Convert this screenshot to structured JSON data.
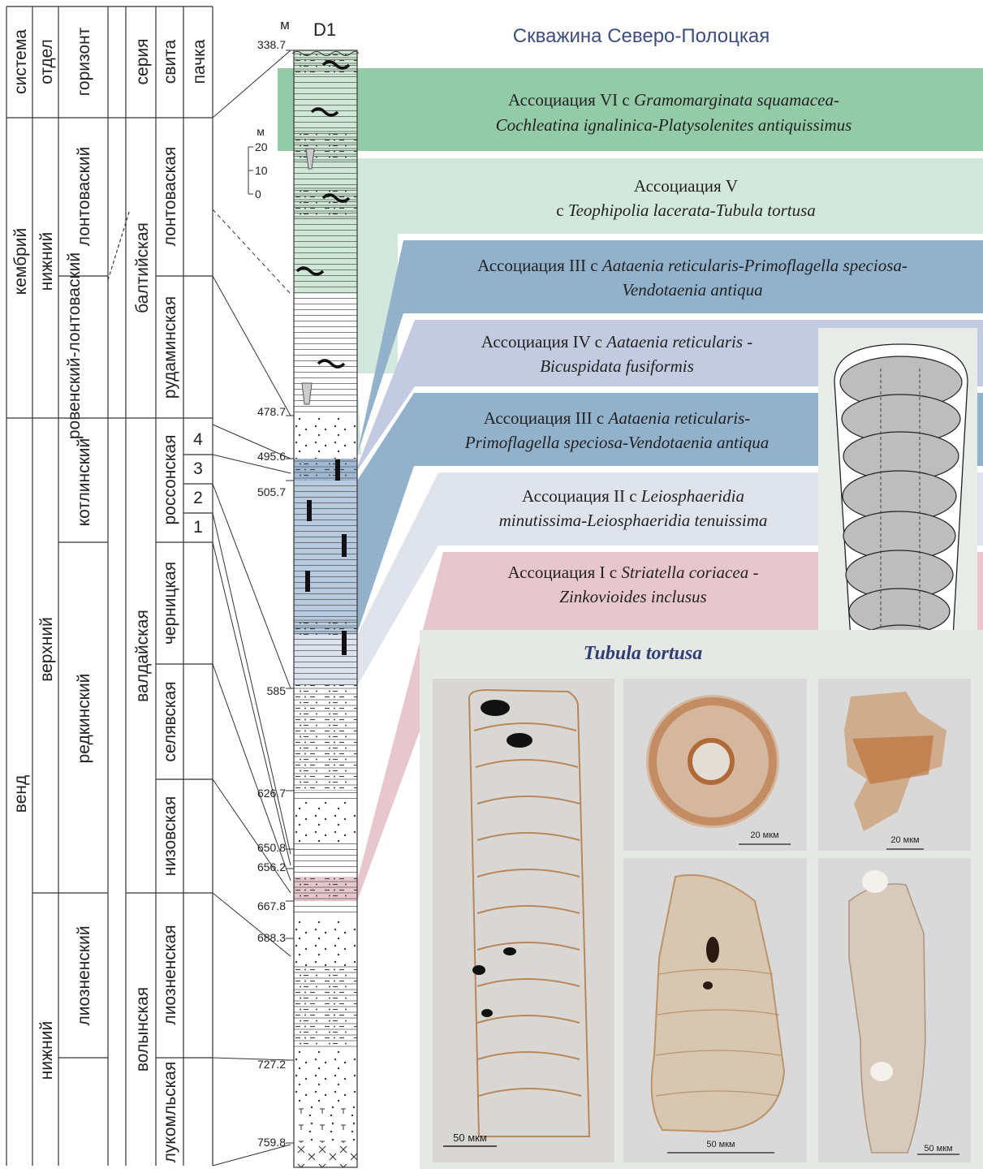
{
  "title": "Скважина Северо-Полоцкая",
  "well_label": "D1",
  "depth_unit": "м",
  "headers": [
    "система",
    "отдел",
    "горизонт",
    "серия",
    "свита",
    "пачка"
  ],
  "systems": [
    "кембрий",
    "венд"
  ],
  "divisions": [
    "нижний",
    "верхний",
    "нижний"
  ],
  "horizons": [
    "лонтоваский",
    "ровенский-лонтоваский",
    "котлинский",
    "редкинский",
    "лиозненский"
  ],
  "series": [
    "балтийская",
    "валдайская",
    "волынская"
  ],
  "formations": [
    "лонтоваская",
    "рудаминская",
    "россонская",
    "черницкая",
    "селявская",
    "низовская",
    "лиозненская",
    "лукомльская"
  ],
  "members": [
    "4",
    "3",
    "2",
    "1"
  ],
  "depths": [
    "338.7",
    "478.7",
    "495.6",
    "505.7",
    "585",
    "626.7",
    "650.8",
    "656.2",
    "667.8",
    "688.3",
    "727.2",
    "759.8"
  ],
  "scale_bar": {
    "unit": "м",
    "ticks": [
      "20",
      "10",
      "0"
    ]
  },
  "associations": [
    {
      "label": "Ассоциация VI с ",
      "taxon_line1": "Gramomarginata squamacea-",
      "taxon_line2": "Cochleatina ignalinica-Platysolenites antiquissimus",
      "color": "#93cba9"
    },
    {
      "label": "Ассоциация V",
      "line2_prefix": "с ",
      "taxon": "Teophipolia lacerata-Tubula tortusa",
      "color": "#d3e8dc"
    },
    {
      "label": "Ассоциация III с ",
      "taxon_line1": "Aataenia reticularis-Primoflagella speciosa-",
      "taxon_line2": "Vendotaenia antiqua",
      "color": "#92b2cc"
    },
    {
      "label": "Ассоциация IV с ",
      "taxon_line1": "Aataenia reticularis -",
      "taxon_line2": "Bicuspidata fusiformis",
      "color": "#c2cbe0"
    },
    {
      "label": "Ассоциация III с ",
      "taxon_line1": "Aataenia reticularis-",
      "taxon_line2": "Primoflagella speciosa-Vendotaenia antiqua",
      "color": "#92b2cc"
    },
    {
      "label": "Ассоциация II с ",
      "taxon_line1": "Leiosphaeridia",
      "taxon_line2": "minutissima-Leiosphaeridia tenuissima",
      "color": "#dfe4ec"
    },
    {
      "label": "Ассоциация I с ",
      "taxon_line1": "Striatella coriacea -",
      "taxon_line2": "Zinkovioides inclusus",
      "color": "#e7c6ce"
    }
  ],
  "species_title": "Tubula tortusa",
  "scale_labels": [
    "50 мкм",
    "20 мкм",
    "20 мкм",
    "50 мкм",
    "50 мкм"
  ]
}
